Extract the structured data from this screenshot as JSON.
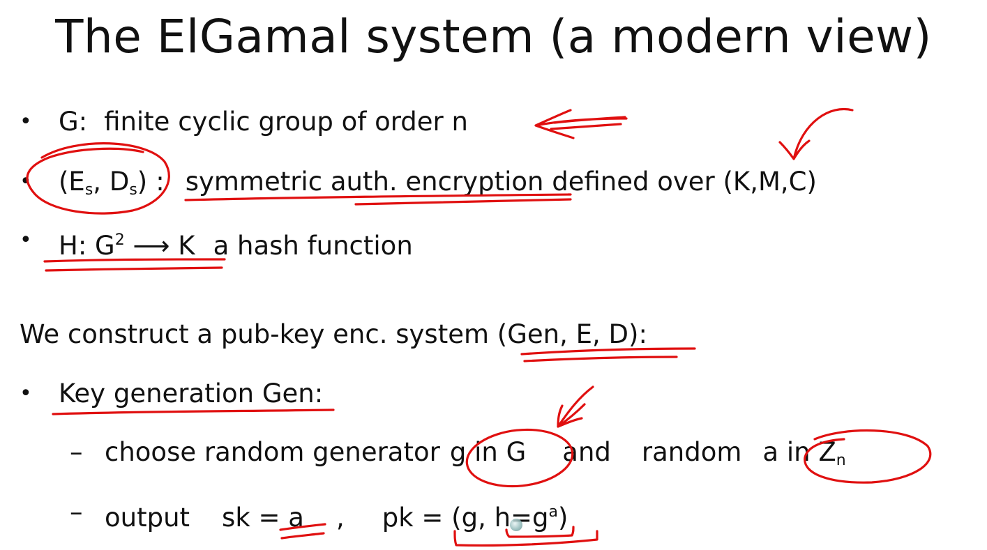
{
  "slide": {
    "title": "The ElGamal system  (a modern view)",
    "bullets": {
      "b1": {
        "sym": "•",
        "G_label": "G:",
        "text": "finite cyclic group of order n"
      },
      "b2": {
        "sym": "•",
        "E": "(E",
        "E_sub": "s",
        "sep": ", D",
        "D_sub": "s",
        "close": ")",
        "colon": ":",
        "text": "symmetric auth. encryption defined over (K,M,C)"
      },
      "b3": {
        "sym": "•",
        "H": "H: G",
        "H_sup": "2",
        "arrow": " ⟶ K",
        "text": "a hash function"
      }
    },
    "construct": "We construct a pub-key enc. system (Gen, E, D):",
    "keygen": {
      "sym": "•",
      "label": "Key generation Gen",
      "colon": ":"
    },
    "sub1": {
      "dash": "–",
      "p1": "choose random generator",
      "p2": "g in G",
      "p3": "and",
      "p4": "random",
      "p5": "a in Z",
      "p5_sub": "n"
    },
    "sub2": {
      "dash": "–",
      "p1": "output",
      "p2": "sk = a",
      "p3": ",",
      "p4": "pk = (g, h=g",
      "p4_sup": "a",
      "p5": ")"
    }
  },
  "colors": {
    "ink": "#e01010",
    "text": "#111111",
    "background": "#ffffff"
  }
}
